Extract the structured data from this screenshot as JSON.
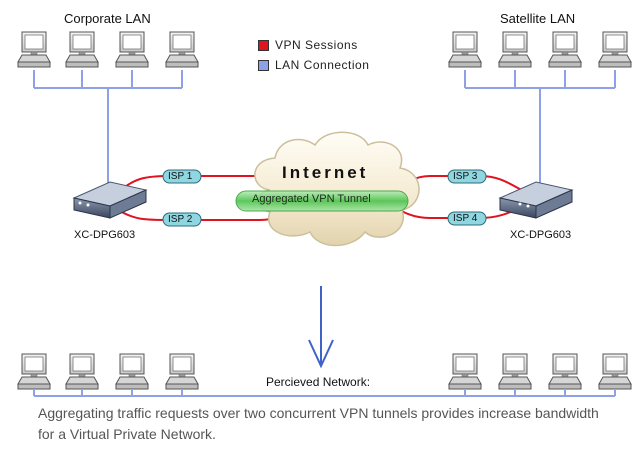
{
  "labels": {
    "corporate_lan": "Corporate LAN",
    "satellite_lan": "Satellite LAN",
    "router_left": "XC-DPG603",
    "router_right": "XC-DPG603",
    "internet": "Internet",
    "tunnel": "Aggregated VPN Tunnel",
    "perceived_network": "Percieved Network:"
  },
  "legend": [
    {
      "label": "VPN Sessions",
      "color": "#e0141e"
    },
    {
      "label": "LAN Connection",
      "color": "#8ea0e6"
    }
  ],
  "isp_links": [
    "ISP 1",
    "ISP 2",
    "ISP 3",
    "ISP 4"
  ],
  "caption": "Aggregating traffic requests over two concurrent VPN tunnels provides increase bandwidth for a Virtual Private Network.",
  "colors": {
    "vpn_line": "#e0141e",
    "lan_line": "#8ea0e6",
    "isp_pill": "#8fd6e0",
    "tunnel": "#5cc85c",
    "arrow": "#3d63c8"
  }
}
